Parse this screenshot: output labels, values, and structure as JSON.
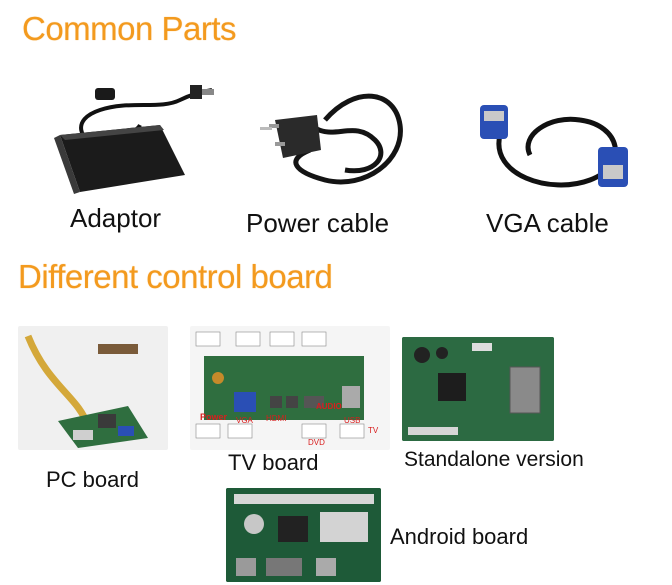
{
  "sections": {
    "common_parts_title": "Common Parts",
    "control_board_title": "Different control board"
  },
  "parts": {
    "adaptor": "Adaptor",
    "power_cable": "Power cable",
    "vga_cable": "VGA cable"
  },
  "boards": {
    "pc": "PC board",
    "tv": "TV board",
    "standalone": "Standalone version",
    "android": "Android board"
  },
  "tv_board_callouts": {
    "power": "Power",
    "vga": "VGA",
    "hdmi": "HDMI",
    "dvd": "DVD",
    "audio": "AUDIO",
    "usb": "USB",
    "tv": "TV"
  },
  "colors": {
    "heading": "#f39a1e",
    "pcb_green": "#2f6e3f",
    "vga_blue": "#2a4fb5",
    "callout_red": "#d81e1e"
  }
}
